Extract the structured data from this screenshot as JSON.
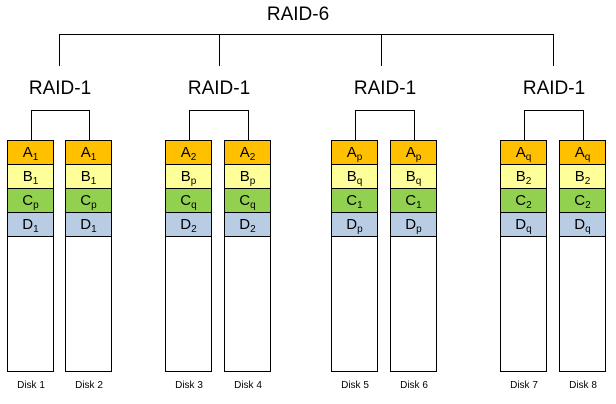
{
  "title": "RAID-6",
  "groups": [
    {
      "label": "RAID-1",
      "disks": [
        {
          "label": "Disk 1",
          "blocks": [
            {
              "l": "A",
              "s": "1"
            },
            {
              "l": "B",
              "s": "1"
            },
            {
              "l": "C",
              "s": "p"
            },
            {
              "l": "D",
              "s": "1"
            }
          ]
        },
        {
          "label": "Disk 2",
          "blocks": [
            {
              "l": "A",
              "s": "1"
            },
            {
              "l": "B",
              "s": "1"
            },
            {
              "l": "C",
              "s": "p"
            },
            {
              "l": "D",
              "s": "1"
            }
          ]
        }
      ]
    },
    {
      "label": "RAID-1",
      "disks": [
        {
          "label": "Disk 3",
          "blocks": [
            {
              "l": "A",
              "s": "2"
            },
            {
              "l": "B",
              "s": "p"
            },
            {
              "l": "C",
              "s": "q"
            },
            {
              "l": "D",
              "s": "2"
            }
          ]
        },
        {
          "label": "Disk 4",
          "blocks": [
            {
              "l": "A",
              "s": "2"
            },
            {
              "l": "B",
              "s": "p"
            },
            {
              "l": "C",
              "s": "q"
            },
            {
              "l": "D",
              "s": "2"
            }
          ]
        }
      ]
    },
    {
      "label": "RAID-1",
      "disks": [
        {
          "label": "Disk 5",
          "blocks": [
            {
              "l": "A",
              "s": "p"
            },
            {
              "l": "B",
              "s": "q"
            },
            {
              "l": "C",
              "s": "1"
            },
            {
              "l": "D",
              "s": "p"
            }
          ]
        },
        {
          "label": "Disk 6",
          "blocks": [
            {
              "l": "A",
              "s": "p"
            },
            {
              "l": "B",
              "s": "q"
            },
            {
              "l": "C",
              "s": "1"
            },
            {
              "l": "D",
              "s": "p"
            }
          ]
        }
      ]
    },
    {
      "label": "RAID-1",
      "disks": [
        {
          "label": "Disk 7",
          "blocks": [
            {
              "l": "A",
              "s": "q"
            },
            {
              "l": "B",
              "s": "2"
            },
            {
              "l": "C",
              "s": "2"
            },
            {
              "l": "D",
              "s": "q"
            }
          ]
        },
        {
          "label": "Disk 8",
          "blocks": [
            {
              "l": "A",
              "s": "q"
            },
            {
              "l": "B",
              "s": "2"
            },
            {
              "l": "C",
              "s": "2"
            },
            {
              "l": "D",
              "s": "q"
            }
          ]
        }
      ]
    }
  ],
  "colors": {
    "A": "#FFC000",
    "B": "#FFFF99",
    "C": "#92D050",
    "D": "#B8CCE4"
  }
}
